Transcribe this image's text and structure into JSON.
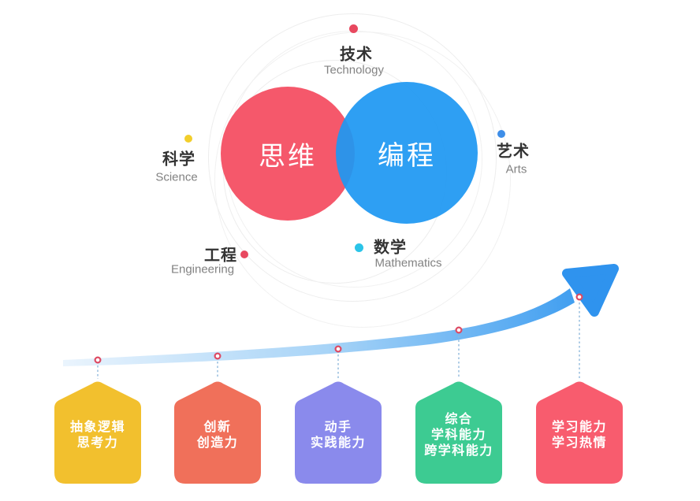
{
  "venn": {
    "left": {
      "label": "思维",
      "color": "#f5586b"
    },
    "right": {
      "label": "编程",
      "color": "#1e98f2"
    }
  },
  "satellites": [
    {
      "id": "technology",
      "zh": "技术",
      "en": "Technology",
      "dot_color": "#e8485f"
    },
    {
      "id": "arts",
      "zh": "艺术",
      "en": "Arts",
      "dot_color": "#3e8ee8"
    },
    {
      "id": "science",
      "zh": "科学",
      "en": "Science",
      "dot_color": "#f2ce2b"
    },
    {
      "id": "engineering",
      "zh": "工程",
      "en": "Engineering",
      "dot_color": "#e8485f"
    },
    {
      "id": "mathematics",
      "zh": "数学",
      "en": "Mathematics",
      "dot_color": "#2bc4e8"
    }
  ],
  "growth": {
    "arrow_gradient_start": "#eaf4fd",
    "arrow_gradient_end": "#3e9df0",
    "arrowhead_color": "#2f93ee",
    "marker_ring_color": "#dd4a63",
    "connector_color": "#8fb8dc",
    "badges": [
      {
        "id": "abstract-logic",
        "color": "#f2c02e",
        "lines": [
          "抽象逻辑",
          "思考力"
        ]
      },
      {
        "id": "innovation",
        "color": "#f0705a",
        "lines": [
          "创新",
          "创造力"
        ]
      },
      {
        "id": "hands-on",
        "color": "#8a8aec",
        "lines": [
          "动手",
          "实践能力"
        ]
      },
      {
        "id": "interdisciplinary",
        "color": "#3dcb92",
        "lines": [
          "综合",
          "学科能力",
          "跨学科能力"
        ]
      },
      {
        "id": "learning",
        "color": "#f85c6e",
        "lines": [
          "学习能力",
          "学习热情"
        ]
      }
    ]
  }
}
